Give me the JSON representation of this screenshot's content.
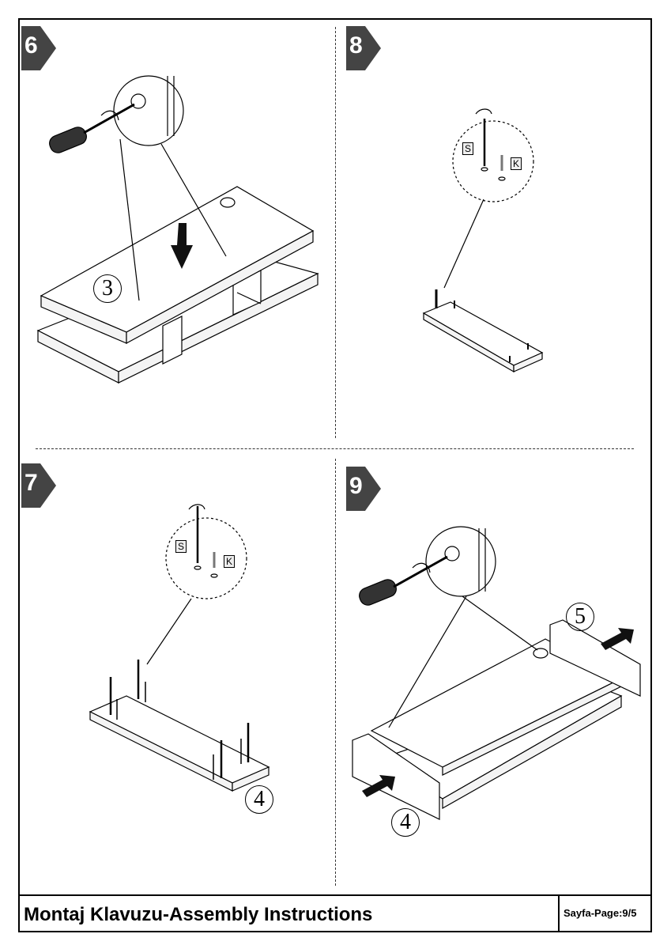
{
  "steps": [
    {
      "number": "6"
    },
    {
      "number": "8"
    },
    {
      "number": "7"
    },
    {
      "number": "9"
    }
  ],
  "parts": {
    "p3": "3",
    "p4_step7": "4",
    "p4_step9": "4",
    "p5": "5"
  },
  "hardware": {
    "screw_label": "S",
    "dowel_label": "K"
  },
  "footer": {
    "title": "Montaj Klavuzu-Assembly Instructions",
    "page": "Sayfa-Page:9/5"
  }
}
